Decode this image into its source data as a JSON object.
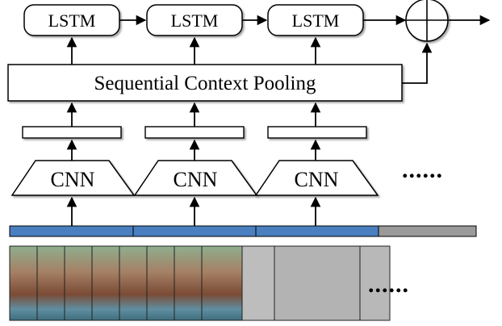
{
  "lstm": {
    "label": "LSTM"
  },
  "pooling": {
    "label": "Sequential Context Pooling"
  },
  "cnn": {
    "label": "CNN"
  },
  "ellipsis": {
    "text": "......"
  },
  "colors": {
    "segment_blue": "#4a7fc0",
    "segment_gray": "#9a9a9a",
    "stroke": "#000000"
  },
  "icons": {
    "sum": "circle-plus-icon"
  }
}
